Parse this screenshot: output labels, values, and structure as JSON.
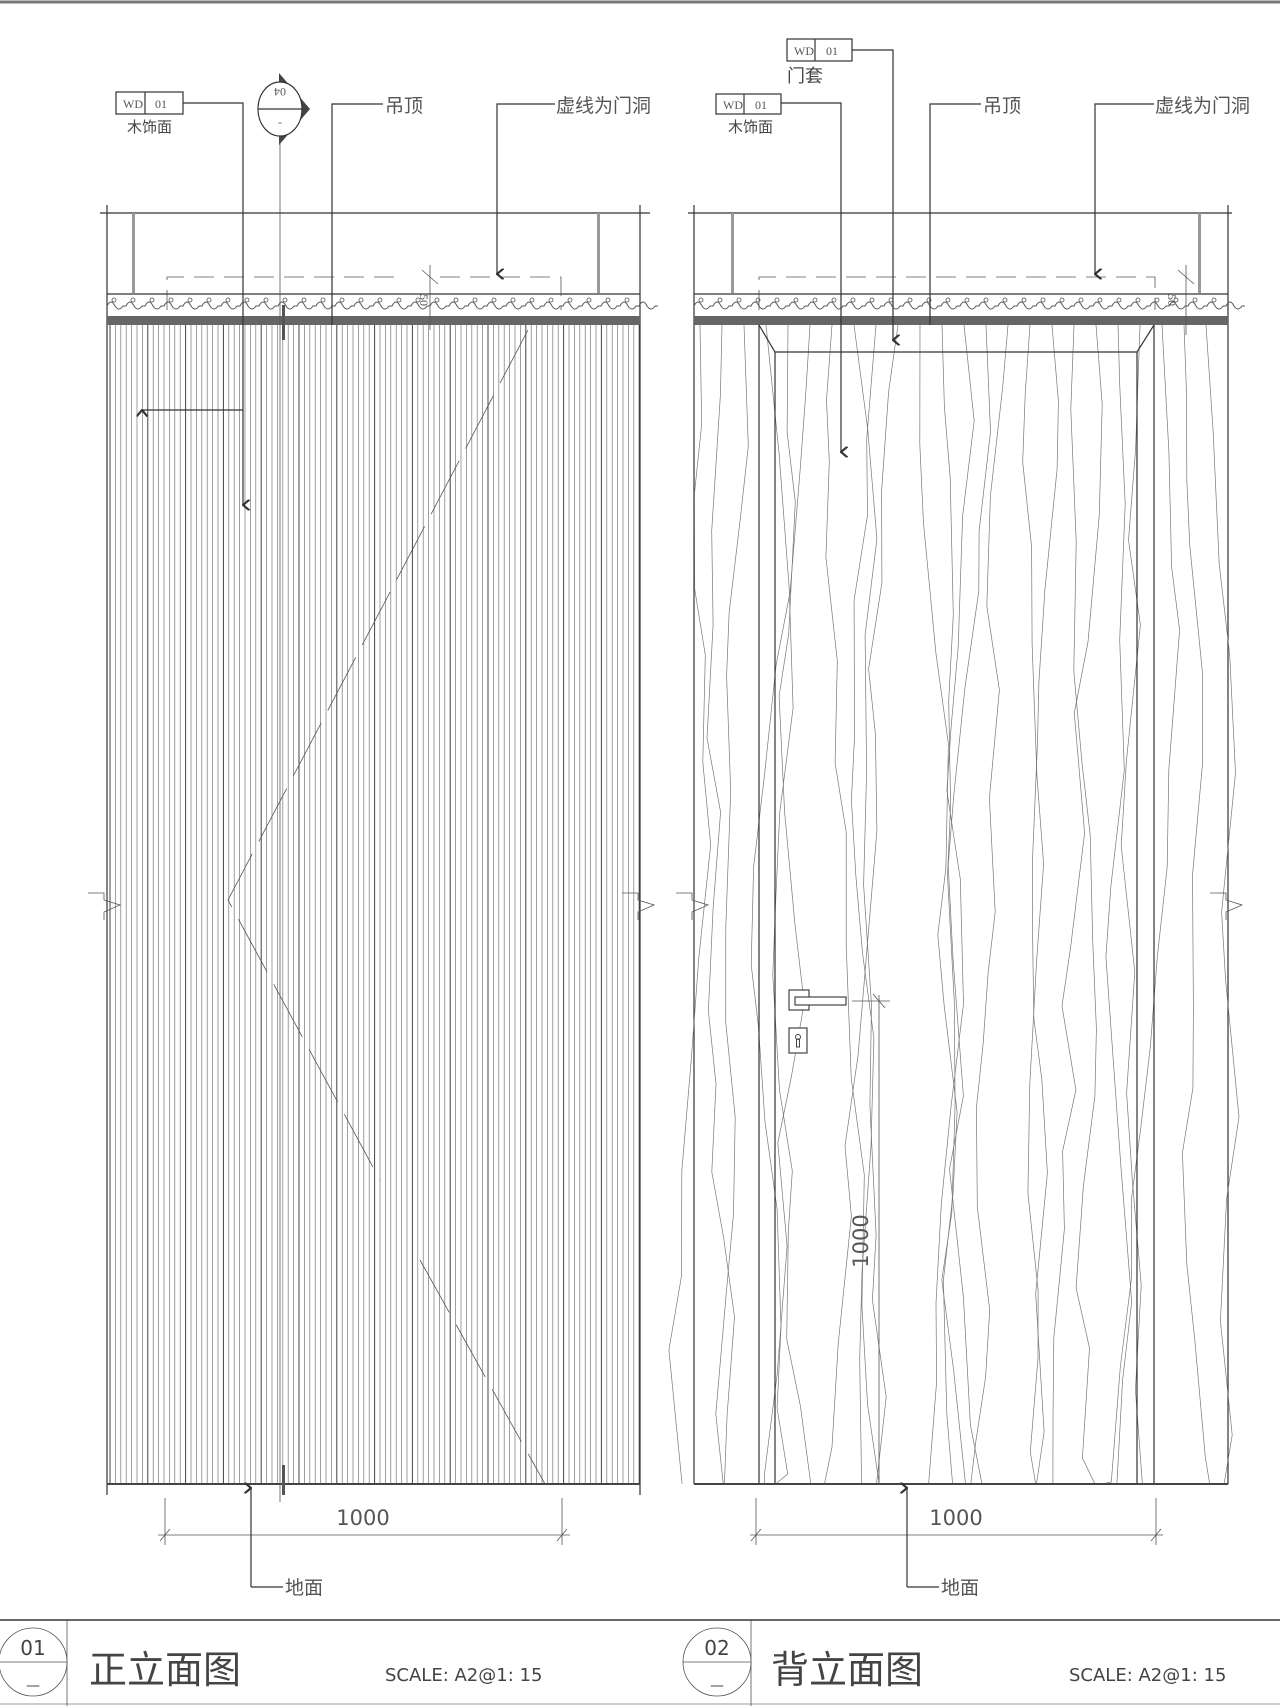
{
  "front_elevation": {
    "material_tag": {
      "code": "WD",
      "number": "01",
      "label": "木饰面"
    },
    "section_marker": {
      "top": "04",
      "bottom": "-"
    },
    "ceiling_label": "吊顶",
    "opening_label": "虚线为门洞",
    "ceiling_dim": "50",
    "width_dim": "1000",
    "floor_label": "地面",
    "title": {
      "number": "01",
      "sheet": "—",
      "name": "正立面图",
      "scale": "SCALE: A2@1: 15"
    }
  },
  "back_elevation": {
    "frame_tag": {
      "code": "WD",
      "number": "01",
      "label": "门套"
    },
    "material_tag": {
      "code": "WD",
      "number": "01",
      "label": "木饰面"
    },
    "ceiling_label": "吊顶",
    "opening_label": "虚线为门洞",
    "ceiling_dim": "50",
    "handle_height_dim": "1000",
    "width_dim": "1000",
    "floor_label": "地面",
    "title": {
      "number": "02",
      "sheet": "—",
      "name": "背立面图",
      "scale": "SCALE: A2@1: 15"
    }
  }
}
